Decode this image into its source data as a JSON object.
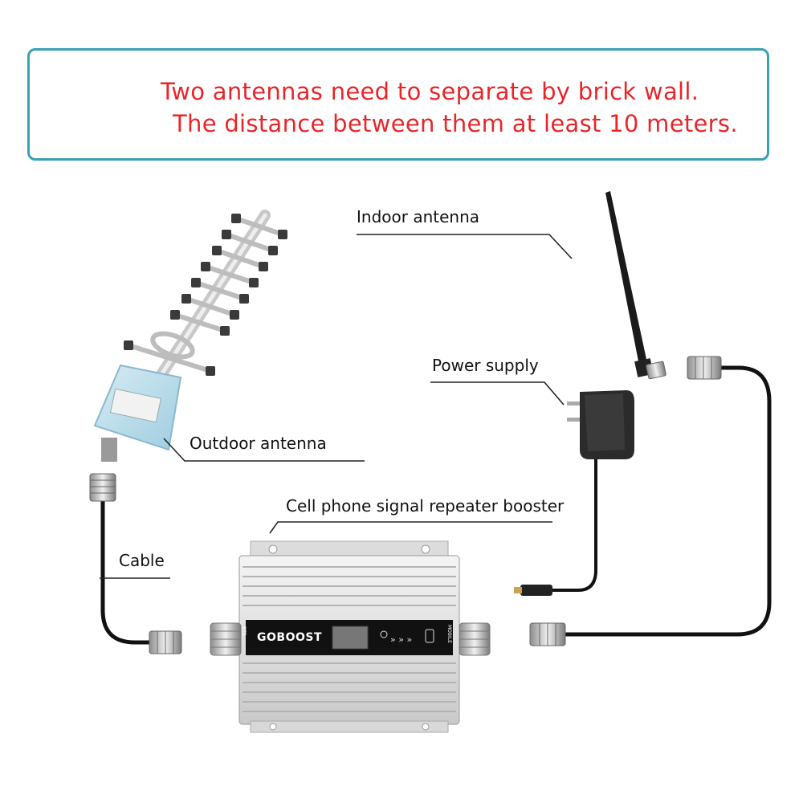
{
  "warning": {
    "line1": "Two antennas need to separate by brick wall.",
    "line2": "The distance between them at least 10 meters.",
    "icon": "warning-triangle-icon",
    "text_color": "#e8262a",
    "border_color": "#3a9fb3"
  },
  "labels": {
    "indoor_antenna": "Indoor  antenna",
    "power_supply": "Power supply",
    "outdoor_antenna": "Outdoor  antenna",
    "booster": "Cell phone signal repeater booster",
    "cable": "Cable"
  },
  "device": {
    "brand": "GOBOOST",
    "port_left": "BTS",
    "port_right": "MOBILE"
  }
}
